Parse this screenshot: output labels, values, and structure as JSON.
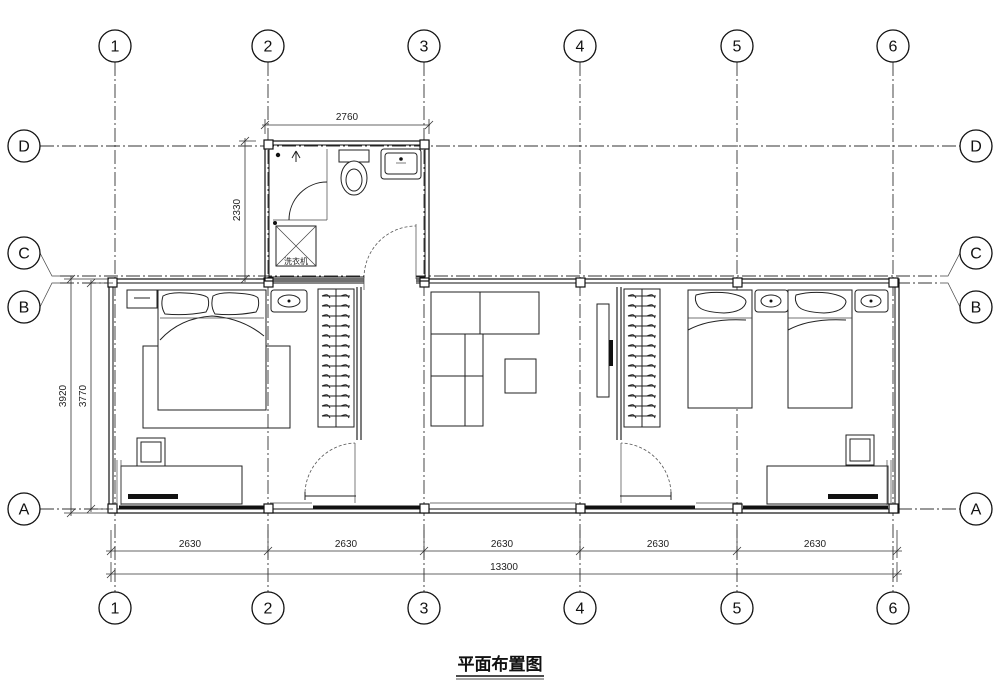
{
  "title": "平面布置图",
  "grid_columns": [
    "1",
    "2",
    "3",
    "4",
    "5",
    "6"
  ],
  "grid_rows": [
    "D",
    "C",
    "B",
    "A"
  ],
  "dimensions": {
    "bay_width": "2630",
    "total_length": "13300",
    "bathroom_width": "2760",
    "bathroom_depth": "2330",
    "outer_depth": "3920",
    "inner_depth": "3770"
  },
  "labels": {
    "washing_machine": "洗衣机"
  }
}
